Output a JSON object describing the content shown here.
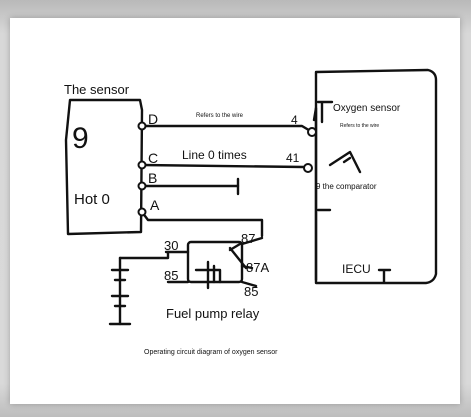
{
  "diagram": {
    "sensor_title": "The sensor",
    "sensor_big_digit": "9",
    "sensor_hot_label": "Hot 0",
    "pin_d": "D",
    "pin_c": "C",
    "pin_b": "B",
    "pin_a": "A",
    "wire_top_note": "Refers to the wire",
    "wire_mid_label": "Line 0 times",
    "pin_4": "4",
    "pin_41": "41",
    "oxygen_sensor_label": "Oxygen sensor",
    "oxygen_sensor_note": "Refers to the wire",
    "comparator_label": "9 the comparator",
    "ecu_label": "IECU",
    "relay_30": "30",
    "relay_87": "87",
    "relay_87a": "87A",
    "relay_85": "85",
    "relay_86": "85",
    "relay_label": "Fuel pump relay",
    "caption": "Operating circuit diagram of oxygen sensor"
  }
}
